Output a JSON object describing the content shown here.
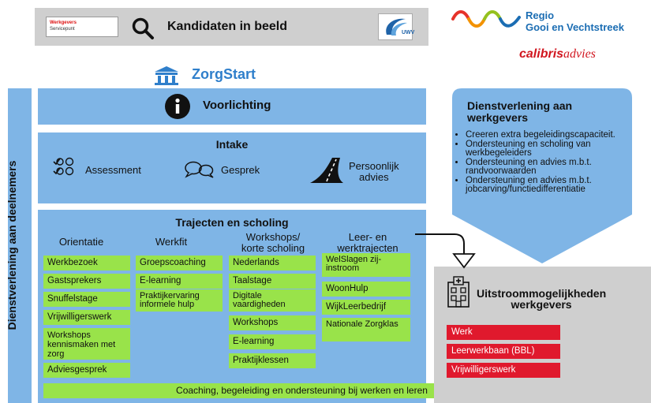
{
  "header": {
    "werkgevers_logo_line1": "Werkgevers",
    "werkgevers_logo_line2": "Servicepunt",
    "title": "Kandidaten in beeld",
    "uwv_logo": "UWV"
  },
  "regio": {
    "line1": "Regio",
    "line2": "Gooi en Vechtstreek"
  },
  "calibris": {
    "part1": "calibris",
    "part2": "advies"
  },
  "zorgstart": {
    "title": "ZorgStart"
  },
  "side_label": "Dienstverlening aan deelnemers",
  "voorlichting": {
    "title": "Voorlichting"
  },
  "intake": {
    "title": "Intake",
    "assessment": "Assessment",
    "gesprek": "Gesprek",
    "persoonlijk_line1": "Persoonlijk",
    "persoonlijk_line2": "advies"
  },
  "trajecten": {
    "title": "Trajecten en scholing",
    "columns": [
      {
        "header_line1": "Orientatie",
        "header_line2": "",
        "items": [
          "Werkbezoek",
          "Gastsprekers",
          "Snuffelstage",
          "Vrijwilligerswerk",
          "Workshops kennismaken met zorg",
          "Adviesgesprek"
        ]
      },
      {
        "header_line1": "Werkfit",
        "header_line2": "",
        "items": [
          "Groepscoaching",
          "E-learning",
          "Praktijkervaring informele hulp"
        ]
      },
      {
        "header_line1": "Workshops/",
        "header_line2": "korte scholing",
        "items": [
          "Nederlands",
          "Taalstage",
          "Digitale vaardigheden",
          "Workshops",
          "E-learning",
          "Praktijklessen"
        ]
      },
      {
        "header_line1": "Leer- en",
        "header_line2": "werktrajecten",
        "items": [
          "WelSlagen zij-instroom",
          "WoonHulp",
          "WijkLeerbedrijf",
          "Nationale Zorgklas"
        ]
      }
    ],
    "coaching_bar": "Coaching, begeleiding en ondersteuning bij werken en leren"
  },
  "werkgevers": {
    "title_line1": "Dienstverlening aan",
    "title_line2": "werkgevers",
    "bullets": [
      "Creeren extra begeleidingscapaciteit.",
      "Ondersteuning en scholing van werkbegeleiders",
      "Ondersteuning en advies m.b.t. randvoorwaarden",
      "Ondersteuning en advies m.b.t. jobcarving/functiedifferentiatie"
    ]
  },
  "uitstroom": {
    "title_line1": "Uitstroommogelijkheden",
    "title_line2": "werkgevers",
    "items": [
      "Werk",
      "Leerwerkbaan (BBL)",
      "Vrijwilligerswerk"
    ]
  },
  "colors": {
    "blue": "#7fb5e6",
    "green": "#99e34a",
    "red": "#e0192d",
    "grey": "#cfcfcf",
    "brand_blue": "#2f7fcb"
  },
  "icons": [
    "search-icon",
    "bank-icon",
    "info-icon",
    "checklist-icon",
    "speech-bubbles-icon",
    "road-icon",
    "hospital-building-icon"
  ]
}
